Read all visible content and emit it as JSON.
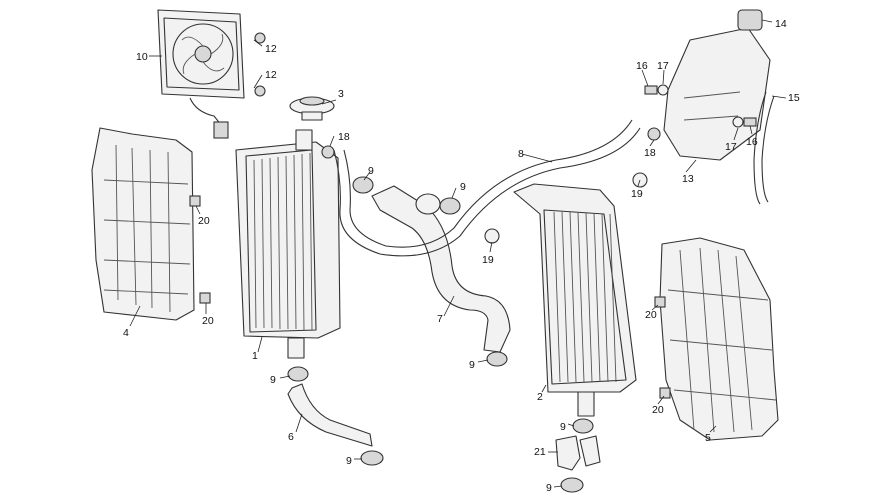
{
  "callouts": {
    "c1": "1",
    "c2": "2",
    "c3": "3",
    "c4": "4",
    "c5": "5",
    "c6": "6",
    "c7": "7",
    "c8": "8",
    "c9": "9",
    "c10": "10",
    "c12": "12",
    "c13": "13",
    "c14": "14",
    "c15": "15",
    "c16": "16",
    "c17": "17",
    "c18": "18",
    "c19": "19",
    "c20": "20",
    "c21": "21"
  }
}
